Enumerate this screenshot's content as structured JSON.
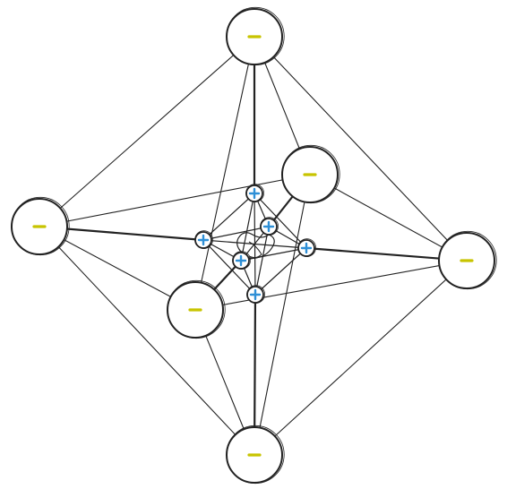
{
  "diagram": {
    "outer_nodes": [
      {
        "id": "top",
        "charge": "negative",
        "sign": "–"
      },
      {
        "id": "left",
        "charge": "negative",
        "sign": "–"
      },
      {
        "id": "right",
        "charge": "negative",
        "sign": "–"
      },
      {
        "id": "back",
        "charge": "negative",
        "sign": "–"
      },
      {
        "id": "front",
        "charge": "negative",
        "sign": "–"
      },
      {
        "id": "bottom",
        "charge": "negative",
        "sign": "–"
      }
    ],
    "inner_nodes": [
      {
        "id": "top",
        "charge": "positive",
        "sign": "+"
      },
      {
        "id": "left",
        "charge": "positive",
        "sign": "+"
      },
      {
        "id": "right",
        "charge": "positive",
        "sign": "+"
      },
      {
        "id": "back",
        "charge": "positive",
        "sign": "+"
      },
      {
        "id": "front",
        "charge": "positive",
        "sign": "+"
      },
      {
        "id": "bottom",
        "charge": "positive",
        "sign": "+"
      }
    ],
    "colors": {
      "negative_sign": "#c8c400",
      "positive_sign": "#2e8fd6",
      "stroke": "#222222",
      "node_fill": "#ffffff"
    }
  }
}
